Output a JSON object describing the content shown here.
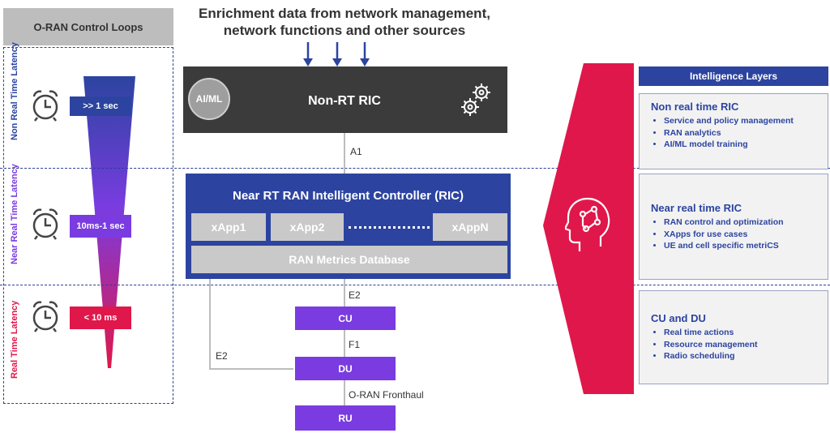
{
  "control_loops": {
    "header": "O-RAN Control Loops",
    "levels": [
      {
        "label": "Non Real Time Latency",
        "badge": ">> 1 sec",
        "color": "#2c44a0"
      },
      {
        "label": "Near Real Time Latency",
        "badge": "10ms-1 sec",
        "color": "#7a3ce0"
      },
      {
        "label": "Real Time Latency",
        "badge": "< 10 ms",
        "color": "#e0174a"
      }
    ]
  },
  "enrichment_text": "Enrichment data from network management, network functions and other sources",
  "non_rt_ric": {
    "title": "Non-RT RIC",
    "ai_ml": "AI/ML"
  },
  "links": {
    "a1": "A1",
    "e2_top": "E2",
    "e2_side": "E2",
    "f1": "F1",
    "fronthaul": "O-RAN Fronthaul"
  },
  "near_rt_ric": {
    "title": "Near RT RAN Intelligent Controller (RIC)",
    "xapps": [
      "xApp1",
      "xApp2",
      "xAppN"
    ],
    "database": "RAN Metrics Database"
  },
  "nodes": {
    "cu": "CU",
    "du": "DU",
    "ru": "RU"
  },
  "intelligence_layers": {
    "header": "Intelligence Layers",
    "panels": [
      {
        "title": "Non real time RIC",
        "items": [
          "Service and policy management",
          "RAN analytics",
          "AI/ML model training"
        ]
      },
      {
        "title": "Near real time RIC",
        "items": [
          "RAN control and optimization",
          "XApps for use cases",
          "UE and cell specific metriCS"
        ]
      },
      {
        "title": "CU and DU",
        "items": [
          "Real time actions",
          "Resource management",
          "Radio scheduling"
        ]
      }
    ]
  },
  "colors": {
    "blue": "#2c44a0",
    "purple": "#7a3ce0",
    "red": "#e0174a",
    "dark": "#3b3b3b",
    "grey": "#c9c9c9"
  }
}
